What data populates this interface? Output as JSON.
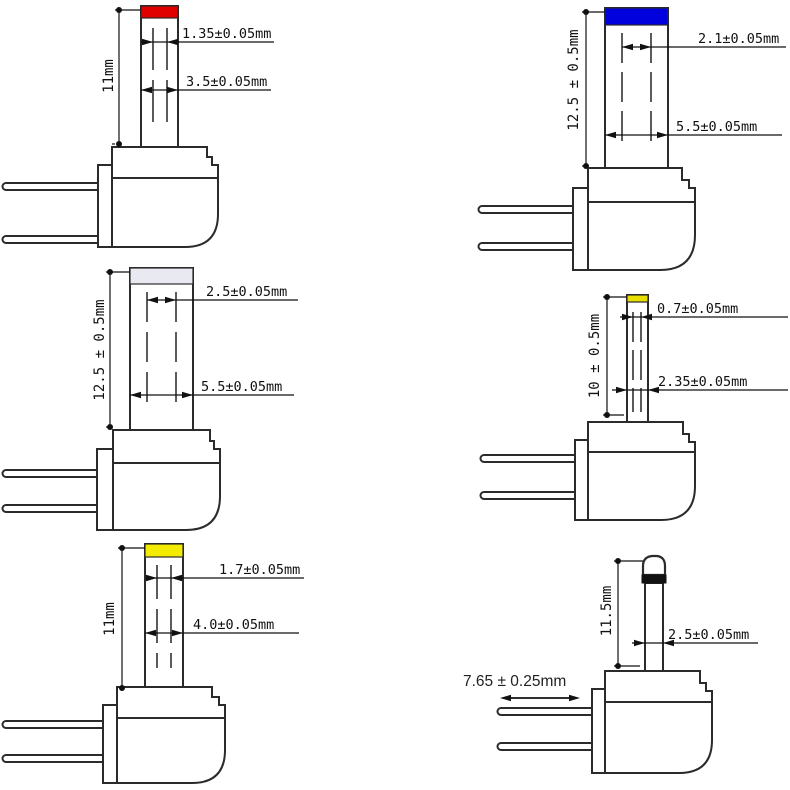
{
  "figures": [
    {
      "id": "red-tip-plug",
      "tip_color": "#e00000",
      "length_label": "11mm",
      "dim_inner": "1.35±0.05mm",
      "dim_outer": "3.5±0.05mm"
    },
    {
      "id": "blue-tip-plug",
      "tip_color": "#0101dd",
      "length_label": "12.5 ± 0.5mm",
      "dim_inner": "2.1±0.05mm",
      "dim_outer": "5.5±0.05mm"
    },
    {
      "id": "white-tip-plug",
      "tip_color": "#e9e9f2",
      "length_label": "12.5 ± 0.5mm",
      "dim_inner": "2.5±0.05mm",
      "dim_outer": "5.5±0.05mm"
    },
    {
      "id": "yellow-tip-small-plug",
      "tip_color": "#e8df00",
      "length_label": "10 ± 0.5mm",
      "dim_inner": "0.7±0.05mm",
      "dim_outer": "2.35±0.05mm"
    },
    {
      "id": "yellow-tip-plug",
      "tip_color": "#f4ec00",
      "length_label": "11mm",
      "dim_inner": "1.7±0.05mm",
      "dim_outer": "4.0±0.05mm"
    },
    {
      "id": "barrel-pin-plug",
      "tip_color": "#111111",
      "length_label": "11.5mm",
      "dim_outer": "2.5±0.05mm",
      "pin_spacing": "7.65 ± 0.25mm"
    }
  ]
}
